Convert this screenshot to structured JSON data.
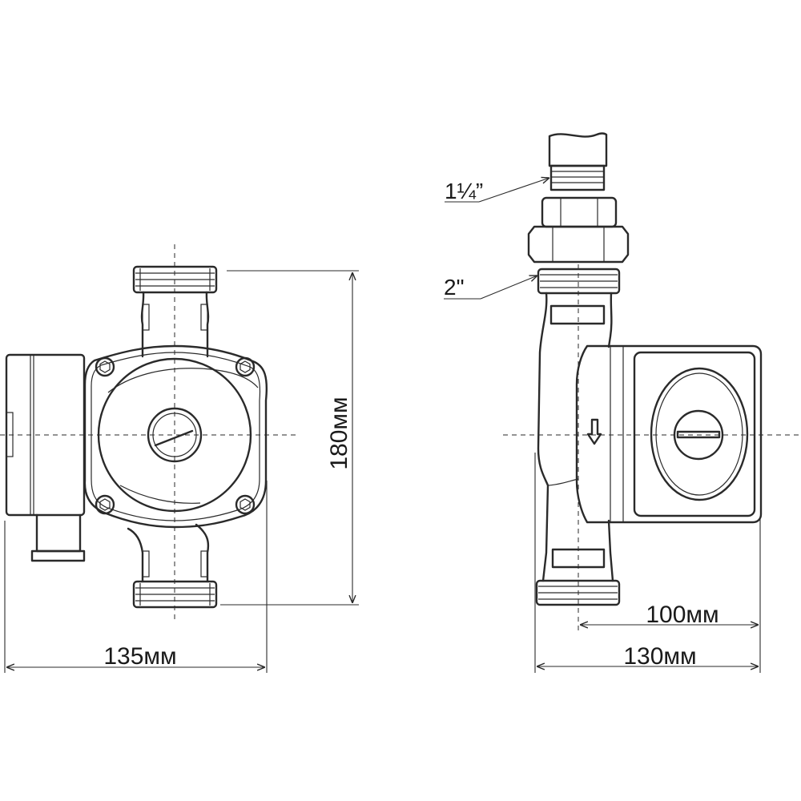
{
  "dimensions": {
    "width_front": "135мм",
    "height": "180мм",
    "depth_to_axis": "100мм",
    "depth_total": "130мм"
  },
  "connections": {
    "inlet_union": "1¼”",
    "pump_thread": "2\""
  },
  "colors": {
    "line": "#2a2a2a",
    "background": "#ffffff"
  }
}
